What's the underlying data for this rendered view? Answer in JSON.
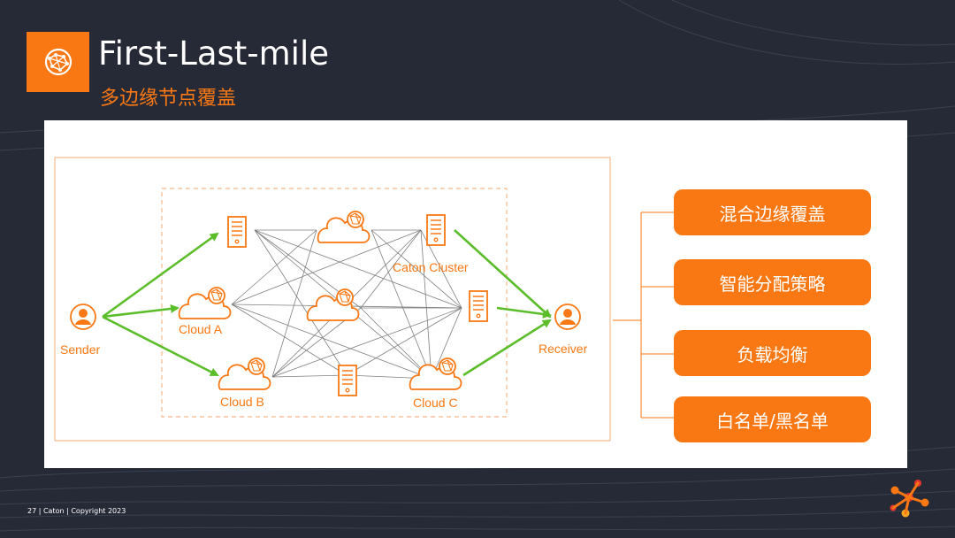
{
  "slide": {
    "title": "First-Last-mile",
    "subtitle": "多边缘节点覆盖",
    "footer": "27 | Caton | Copyright 2023"
  },
  "diagram": {
    "nodes": {
      "sender": "Sender",
      "receiver": "Receiver",
      "cloud_a": "Cloud A",
      "cloud_b": "Cloud B",
      "cloud_c": "Cloud C",
      "cluster": "Caton Cluster"
    },
    "features": [
      "混合边缘覆盖",
      "智能分配策略",
      "负载均衡",
      "白名单/黑名单"
    ]
  },
  "colors": {
    "accent": "#fa7814",
    "arrow": "#5cbd2a",
    "background": "#252a36",
    "mesh": "#7a7a7a"
  },
  "icons": [
    "globe-network-icon",
    "user-icon",
    "server-icon",
    "cloud-icon",
    "brand-logo-icon"
  ]
}
